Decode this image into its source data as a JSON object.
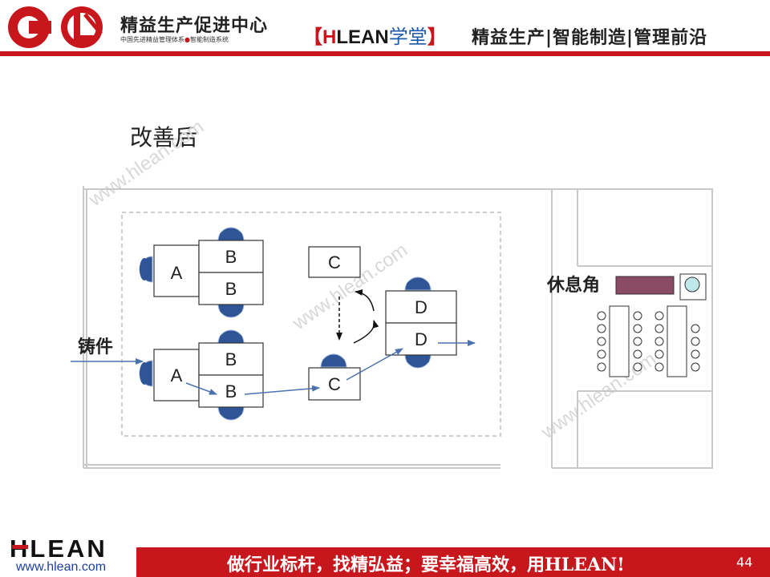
{
  "header": {
    "brand_name": "精益生产促进中心",
    "brand_sub_left": "中国先进精益管理体系",
    "brand_sub_dot": "●",
    "brand_sub_right": "智能制造系统",
    "center_open": "【",
    "center_h": "H",
    "center_lean": "LEAN",
    "center_xuetang": "学堂",
    "center_close": "】",
    "right_text": "精益生产|智能制造|管理前沿"
  },
  "slide_title": "改善后",
  "diagram": {
    "stations": {
      "A_top": "A",
      "B_top_1": "B",
      "B_top_2": "B",
      "A_bottom": "A",
      "B_bottom_1": "B",
      "B_bottom_2": "B",
      "C_top": "C",
      "C_bottom": "C",
      "D_top": "D",
      "D_bottom": "D"
    },
    "casting_label": "铸件",
    "rest_area_label": "休息角",
    "colors": {
      "flow_arrow": "#4a72b0",
      "operator": "#2f5597",
      "rest_panel": "#8b4a63",
      "accent": "#c8161d"
    }
  },
  "watermark": "www.hlean.com",
  "footer": {
    "logo_text": "HLEAN",
    "url": "www.hlean.com",
    "slogan": "做行业标杆，找精弘益；要幸福高效，用HLEAN!",
    "page_number": "44"
  }
}
